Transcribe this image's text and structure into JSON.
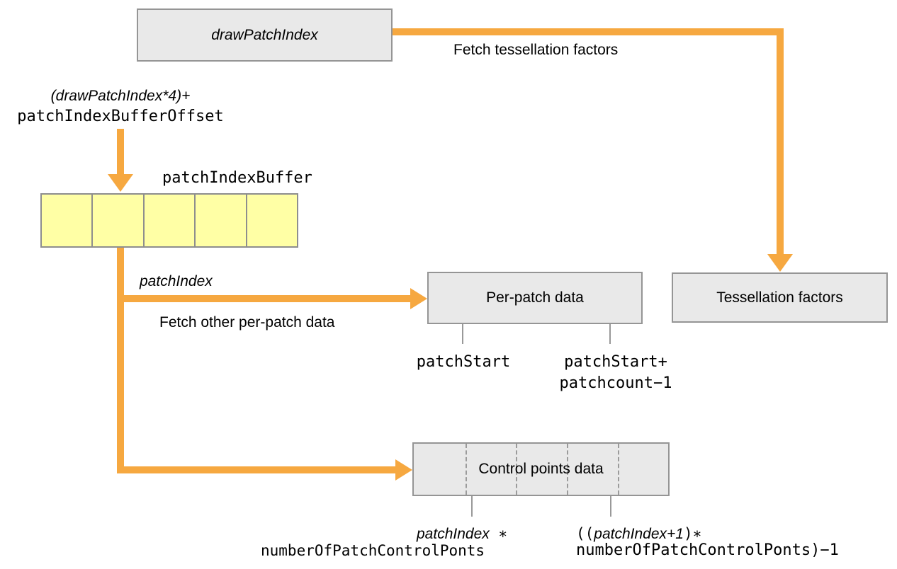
{
  "colors": {
    "orange": "#F6A840",
    "box-fill": "#E9E9E9",
    "box-border": "#959595",
    "yellow-fill": "#FFFFA5",
    "yellow-border": "#8E8E8E",
    "tick": "#999999",
    "text": "#000000"
  },
  "nodes": {
    "draw_patch_index": {
      "label": "drawPatchIndex"
    },
    "per_patch": {
      "label": "Per-patch data"
    },
    "tessellation": {
      "label": "Tessellation factors"
    },
    "control_points": {
      "label": "Control points data"
    }
  },
  "buffer": {
    "label": "patchIndexBuffer",
    "cells": 5
  },
  "edges": {
    "fetch_tessellation": {
      "label": "Fetch tessellation factors"
    },
    "fetch_per_patch": {
      "label": "Fetch other per-patch data"
    },
    "patch_index": {
      "label": "patchIndex"
    }
  },
  "annotations": {
    "offset_expr": {
      "line1": "(drawPatchIndex*4)+",
      "line2": "patchIndexBufferOffset"
    },
    "per_patch_start": {
      "label": "patchStart"
    },
    "per_patch_end": {
      "line1": "patchStart+",
      "line2": "patchcount−1"
    },
    "cp_start": {
      "italic": "patchIndex",
      "suffix": " ∗",
      "line2": "numberOfPatchControlPonts"
    },
    "cp_end": {
      "prefix": "((",
      "italic": "patchIndex+1",
      "suffix": ")∗",
      "line2": "numberOfPatchControlPonts)−1"
    }
  }
}
